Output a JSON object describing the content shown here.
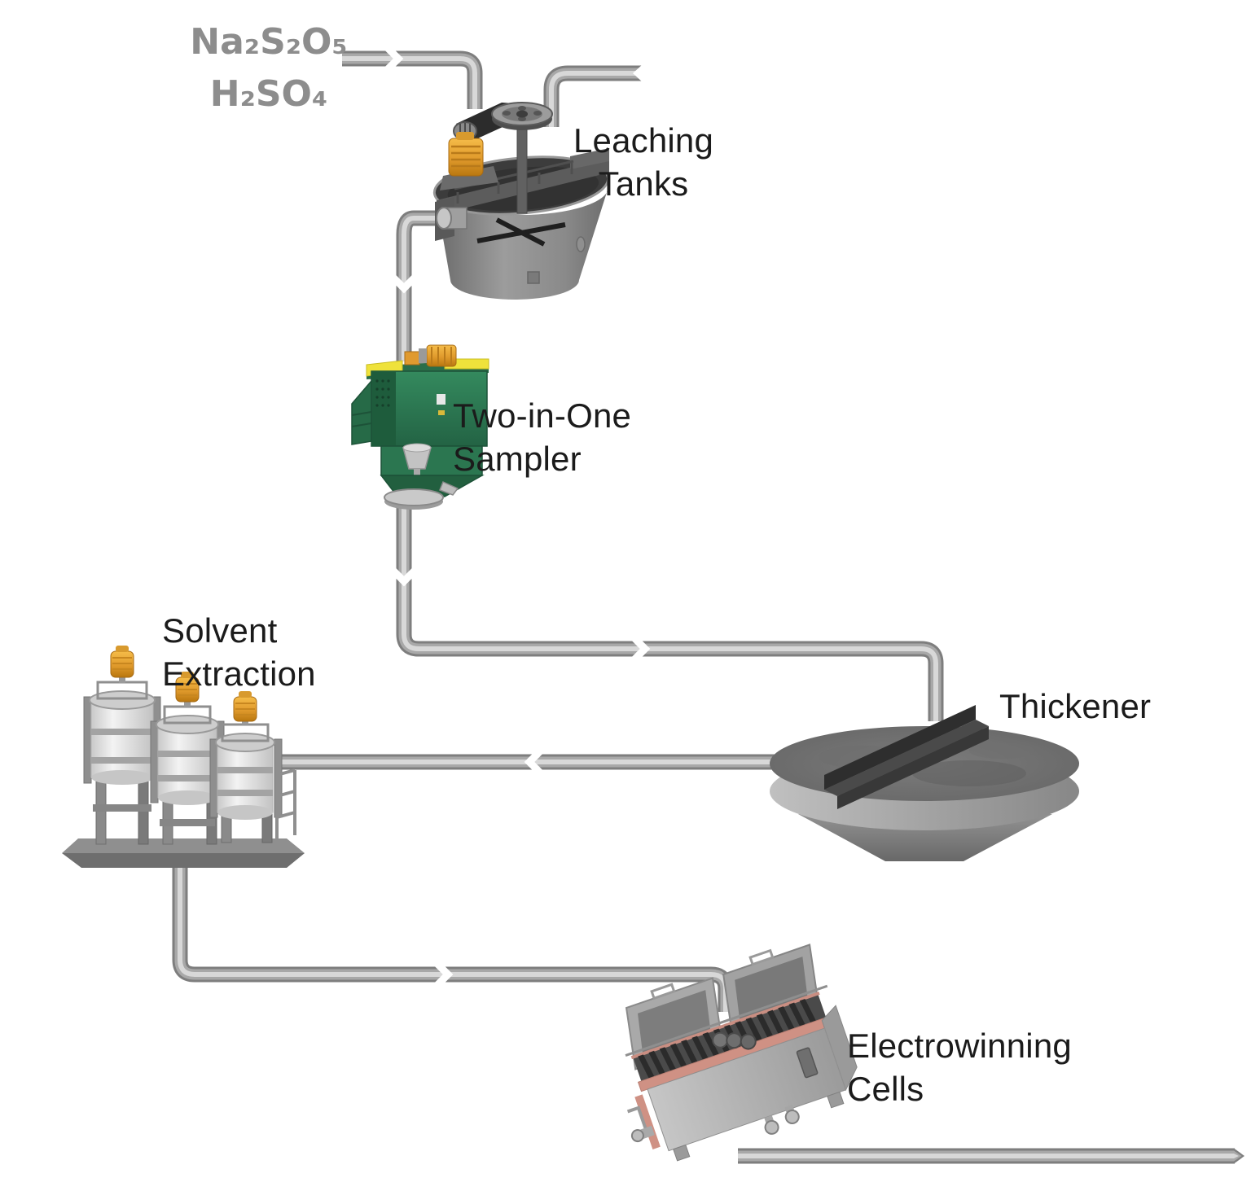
{
  "diagram": {
    "type": "process-flow",
    "title": "Hydrometallurgical circuit with Two-in-One Sampler",
    "background": "#ffffff",
    "reagents": {
      "line1": "Na₂S₂O₅",
      "line2": "H₂SO₄"
    },
    "stages": [
      {
        "id": "leaching-tanks",
        "name": "Leaching Tanks",
        "label_line1": "Leaching",
        "label_line2": "Tanks"
      },
      {
        "id": "two-in-one-sampler",
        "name": "Two-in-One Sampler",
        "label_line1": "Two-in-One",
        "label_line2": "Sampler"
      },
      {
        "id": "thickener",
        "name": "Thickener",
        "label_line1": "Thickener",
        "label_line2": ""
      },
      {
        "id": "solvent-extraction",
        "name": "Solvent Extraction",
        "label_line1": "Solvent",
        "label_line2": "Extraction"
      },
      {
        "id": "electrowinning-cells",
        "name": "Electrowinning Cells",
        "label_line1": "Electrowinning",
        "label_line2": "Cells"
      }
    ],
    "flow_order": [
      "reagents",
      "leaching-tanks",
      "two-in-one-sampler",
      "thickener",
      "solvent-extraction",
      "electrowinning-cells",
      "outlet"
    ],
    "colors": {
      "pipe_gray": "#a8a8a8",
      "equipment_gray": "#8a8a8a",
      "tank_dark_gray": "#6f6f6f",
      "sampler_green": "#2b7650",
      "motor_orange": "#e8a233",
      "accent_yellow": "#efe23b",
      "electrowinning_rim": "#cf9184",
      "label_text": "#1b1b1b",
      "reagent_text": "#8d8d8d"
    }
  }
}
